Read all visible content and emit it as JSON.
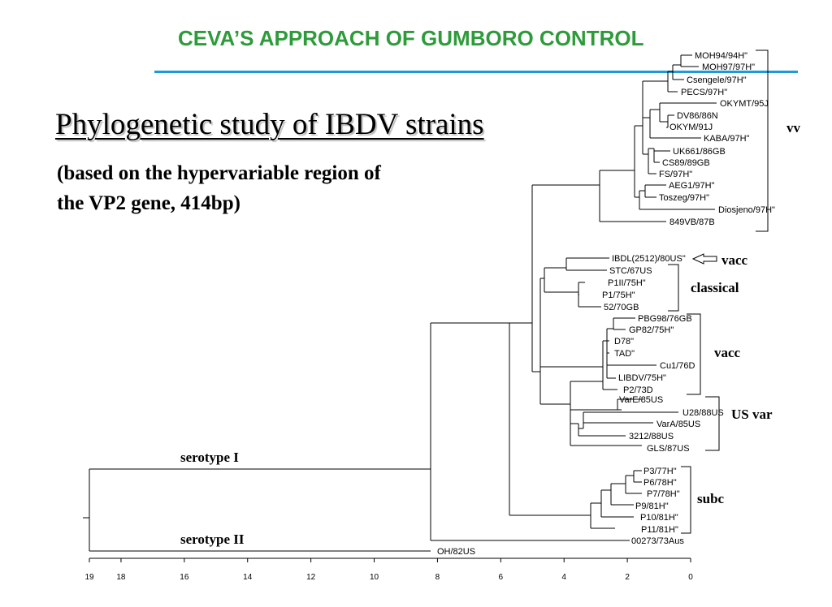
{
  "slide": {
    "title": "CEVA’S APPROACH OF GUMBORO CONTROL",
    "heading": "Phylogenetic study of IBDV strains",
    "subtitle_line1": "(based on the hypervariable region of",
    "subtitle_line2": "the VP2 gene, 414bp)"
  },
  "colors": {
    "title": "#2e9b3a",
    "rule": "#1f9ad6"
  },
  "tree": {
    "leaves": {
      "moh94": "MOH94/94H\"",
      "moh97": "MOH97/97H\"",
      "csengele": "Csengele/97H\"",
      "pecs": "PECS/97H\"",
      "okymt": "OKYMT/95J",
      "dv86": "DV86/86N",
      "okym": "OKYM/91J",
      "kaba": "KABA/97H\"",
      "uk661": "UK661/86GB",
      "cs89": "CS89/89GB",
      "fs97": "FS/97H\"",
      "aeg1": "AEG1/97H\"",
      "toszeg": "Toszeg/97H\"",
      "diosjeno": "Diosjeno/97H\"",
      "vb849": "849VB/87B",
      "ibdl": "IBDL(2512)/80US\"",
      "stc": "STC/67US",
      "p1ii": "P1II/75H\"",
      "p1": "P1/75H\"",
      "gb52": "52/70GB",
      "pbg98": "PBG98/76GB",
      "gp82": "GP82/75H\"",
      "d78": "D78\"",
      "tad": "TAD\"",
      "cu1": "Cu1/76D",
      "libdv": "LIBDV/75H\"",
      "p2": "P2/73D",
      "vare": "VarE/85US",
      "u28": "U28/88US",
      "vara": "VarA/85US",
      "us3212": "3212/88US",
      "gls": "GLS/87US",
      "p3": "P3/77H\"",
      "p6": "P6/78H\"",
      "p7": "P7/78H\"",
      "p9": "P9/81H\"",
      "p10": "P10/81H\"",
      "p11": "P11/81H\"",
      "aus00273": "00273/73Aus",
      "oh82": "OH/82US"
    },
    "groups": {
      "vv": "vv",
      "vacc_top": "vacc",
      "classical": "classical",
      "vacc_mid": "vacc",
      "us_var": "US var",
      "subc": "subc"
    },
    "serotypes": {
      "serotype1": "serotype I",
      "serotype2": "serotype II"
    },
    "axis_ticks": [
      "19",
      "18",
      "16",
      "14",
      "12",
      "10",
      "8",
      "6",
      "4",
      "2",
      "0"
    ]
  }
}
